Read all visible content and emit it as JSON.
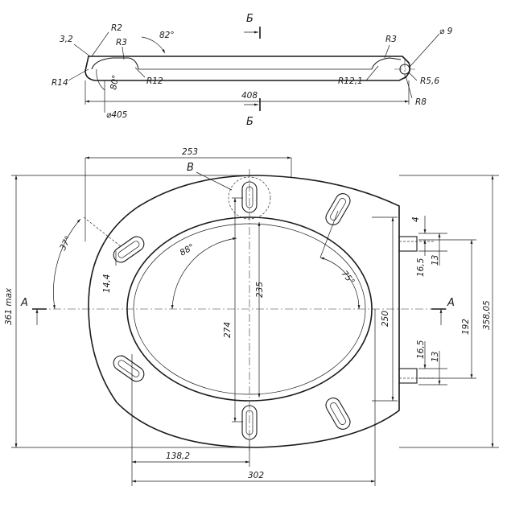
{
  "top_view": {
    "dim_3_2": "3,2",
    "r2": "R2",
    "r3_left": "R3",
    "angle_82": "82°",
    "section_mark_top": "Б",
    "section_mark_bottom": "Б",
    "r3_right": "R3",
    "d9": "⌀ 9",
    "r14": "R14",
    "r12": "R12",
    "angle_80": "80°",
    "r12_1": "R12,1",
    "r5_6": "R5,6",
    "r8": "R8",
    "dim_408": "408",
    "d405": "⌀405"
  },
  "plan_view": {
    "dim_253": "253",
    "detail_b": "В",
    "angle_37": "37°",
    "angle_88": "88°",
    "angle_75": "75°",
    "dim_14_4": "14,4",
    "dim_235": "235",
    "dim_274": "274",
    "dim_250": "250",
    "dim_4": "4",
    "dim_16_5_top": "16,5",
    "dim_13_top": "13",
    "dim_16_5_bottom": "16,5",
    "dim_13_bottom": "13",
    "dim_192": "192",
    "dim_358_05": "358,05",
    "dim_361_max": "361 max",
    "section_a_left": "А",
    "section_a_right": "А",
    "dim_138_2": "138,2",
    "dim_302": "302"
  }
}
